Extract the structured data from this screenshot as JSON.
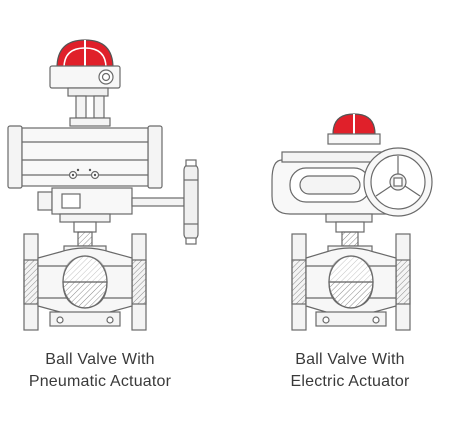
{
  "captions": {
    "left": {
      "line1": "Ball Valve With",
      "line2": "Pneumatic Actuator"
    },
    "right": {
      "line1": "Ball Valve With",
      "line2": "Electric Actuator"
    }
  },
  "colors": {
    "indicator_red": "#e0202a",
    "line": "#6a6a6a",
    "fill_light": "#f4f4f4"
  }
}
